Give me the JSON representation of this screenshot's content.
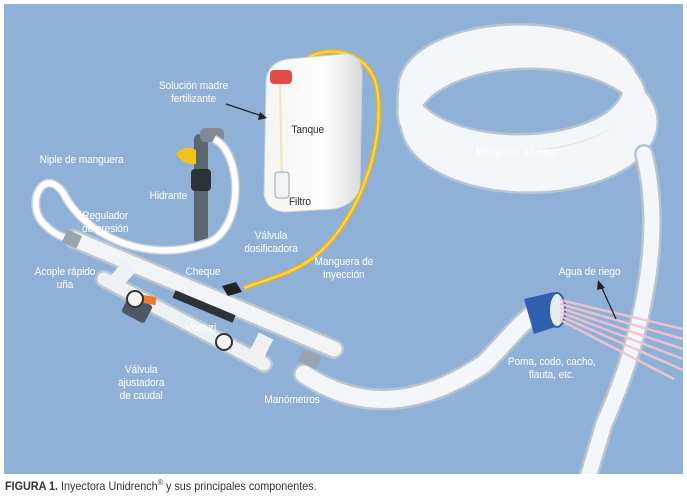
{
  "figure": {
    "background_color": "#8fb1d8",
    "labels": {
      "solucion_madre": [
        "Solución madre",
        "fertilizante"
      ],
      "tanque": "Tanque",
      "filtro": "Filtro",
      "niple": "Niple de manguera",
      "hidrante": "Hidrante",
      "regulador": [
        "Regulador",
        "de presión"
      ],
      "valvula_dosificadora": [
        "Válvula",
        "dosificadora"
      ],
      "manguera_inyeccion": [
        "Manguera de",
        "inyección"
      ],
      "acople": [
        "Acople rápido",
        "uña"
      ],
      "cheque": "Cheque",
      "venturi": "Venturi",
      "valvula_ajustadora": [
        "Válvula",
        "ajustadora",
        "de caudal"
      ],
      "manometros": "Manómetros",
      "manguera_riego": "Manguera de riego",
      "agua_riego": "Agua de riego",
      "poma": [
        "Poma, codo, cacho,",
        "flauta, etc."
      ]
    }
  },
  "caption": {
    "prefix": "FIGURA 1.",
    "text_before_mark": " Inyectora Unidrench",
    "mark": "®",
    "text_after_mark": " y sus principales componentes."
  }
}
